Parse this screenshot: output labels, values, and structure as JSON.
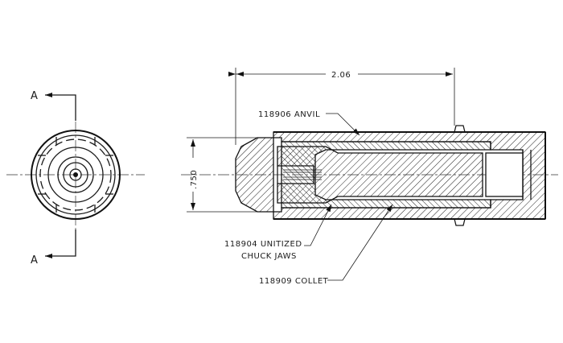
{
  "section_labels": {
    "top": "A",
    "bottom": "A"
  },
  "dimensions": {
    "length": "2.06",
    "diameter": ".750"
  },
  "callouts": {
    "anvil": "118906 ANVIL",
    "jaws_line1": "118904 UNITIZED",
    "jaws_line2": "CHUCK JAWS",
    "collet": "118909 COLLET"
  }
}
